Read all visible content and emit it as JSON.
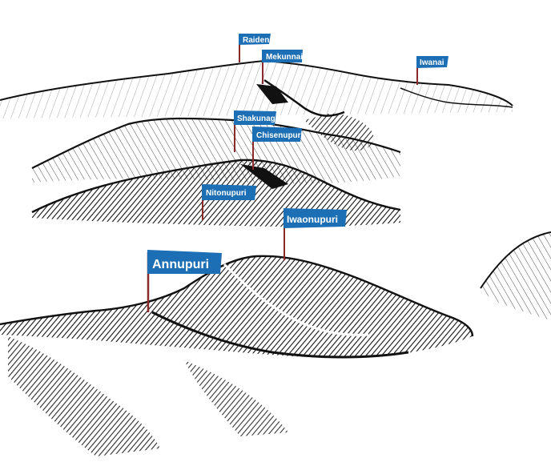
{
  "palette": {
    "ink": "#111111",
    "flag": "#1d6fb5",
    "flag_dark": "#155a93",
    "pole": "#8b2a2a",
    "paper": "#ffffff"
  },
  "peaks": [
    {
      "id": "raiden",
      "label": "Raiden"
    },
    {
      "id": "mekunnai",
      "label": "Mekunnai"
    },
    {
      "id": "iwanai",
      "label": "Iwanai"
    },
    {
      "id": "shakunage",
      "label": "Shakunage"
    },
    {
      "id": "chisenupuri",
      "label": "Chisenupuri"
    },
    {
      "id": "nitonupuri",
      "label": "Nitonupuri"
    },
    {
      "id": "iwaonupuri",
      "label": "Iwaonupuri"
    },
    {
      "id": "annupuri",
      "label": "Annupuri"
    }
  ]
}
